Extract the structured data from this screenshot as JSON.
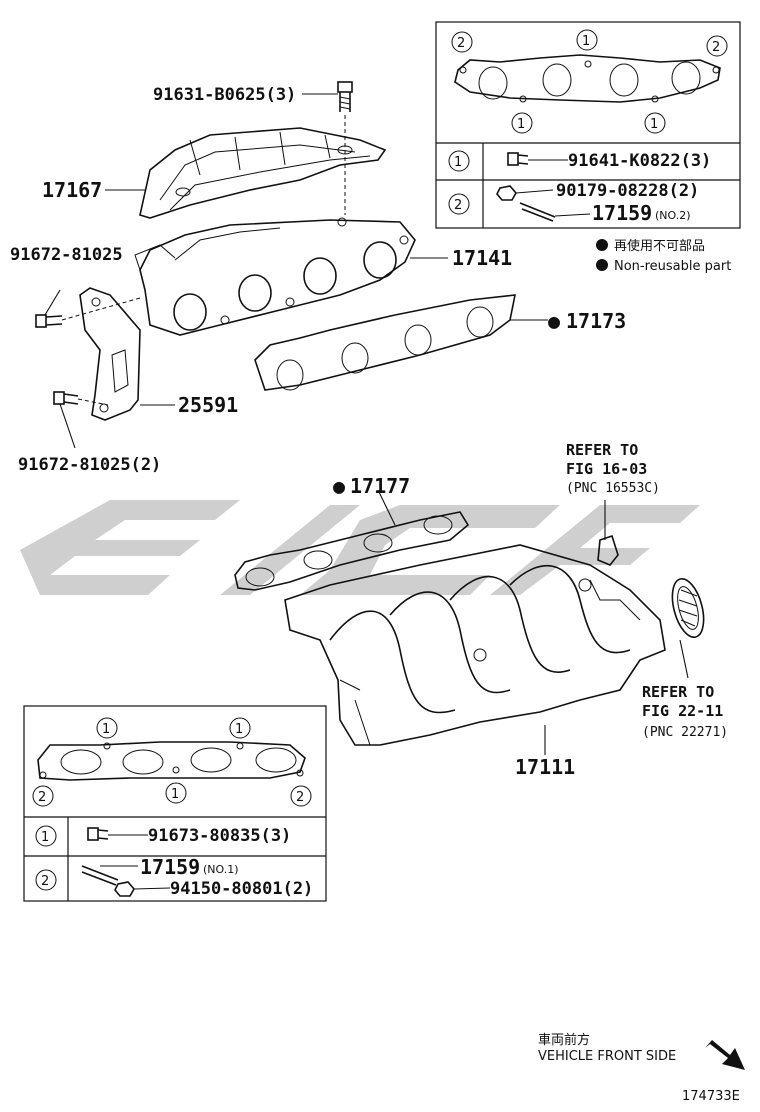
{
  "diagram_id": "174733E",
  "parts": {
    "bolt_heat_insulator": "91631-B0625(3)",
    "heat_insulator": "17167",
    "bolt_bracket_upper": "91672-81025",
    "exhaust_manifold": "17141",
    "exhaust_gasket_mark": "●",
    "exhaust_gasket": "17173",
    "bracket": "25591",
    "bolt_bracket_lower": "91672-81025(2)",
    "intake_gasket_mark": "●",
    "intake_gasket": "17177",
    "intake_manifold": "17111"
  },
  "references": {
    "ref1_title": "REFER TO",
    "ref1_fig": "FIG 16-03",
    "ref1_pnc": "(PNC 16553C)",
    "ref2_title": "REFER TO",
    "ref2_fig": "FIG 22-11",
    "ref2_pnc": "(PNC 22271)"
  },
  "legend": {
    "jp": "再使用不可部品",
    "en": "Non-reusable part"
  },
  "inset_exhaust": {
    "marks": [
      "①",
      "②"
    ],
    "row1_part": "91641-K0822(3)",
    "row2_part_a": "90179-08228(2)",
    "row2_part_b": "17159",
    "row2_part_b_note": "(NO.2)"
  },
  "inset_intake": {
    "marks": [
      "①",
      "②"
    ],
    "row1_part": "91673-80835(3)",
    "row2_part_a": "17159",
    "row2_part_a_note": "(NO.1)",
    "row2_part_b": "94150-80801(2)"
  },
  "direction": {
    "jp": "車両前方",
    "en": "VEHICLE FRONT SIDE"
  },
  "watermark": "EPC"
}
